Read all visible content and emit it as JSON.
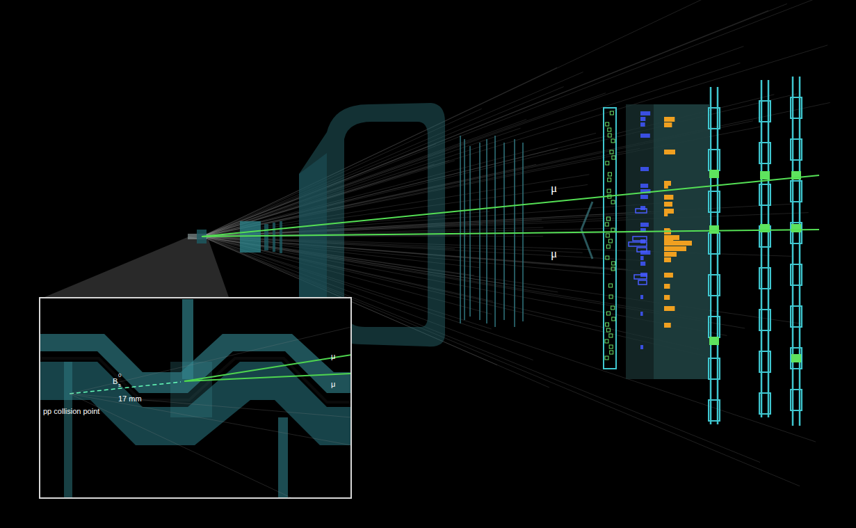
{
  "diagram": {
    "labels": [
      "μ",
      "μ",
      "B",
      "s",
      "0",
      "17 mm",
      "pp collision point",
      "μ",
      "μ"
    ]
  }
}
